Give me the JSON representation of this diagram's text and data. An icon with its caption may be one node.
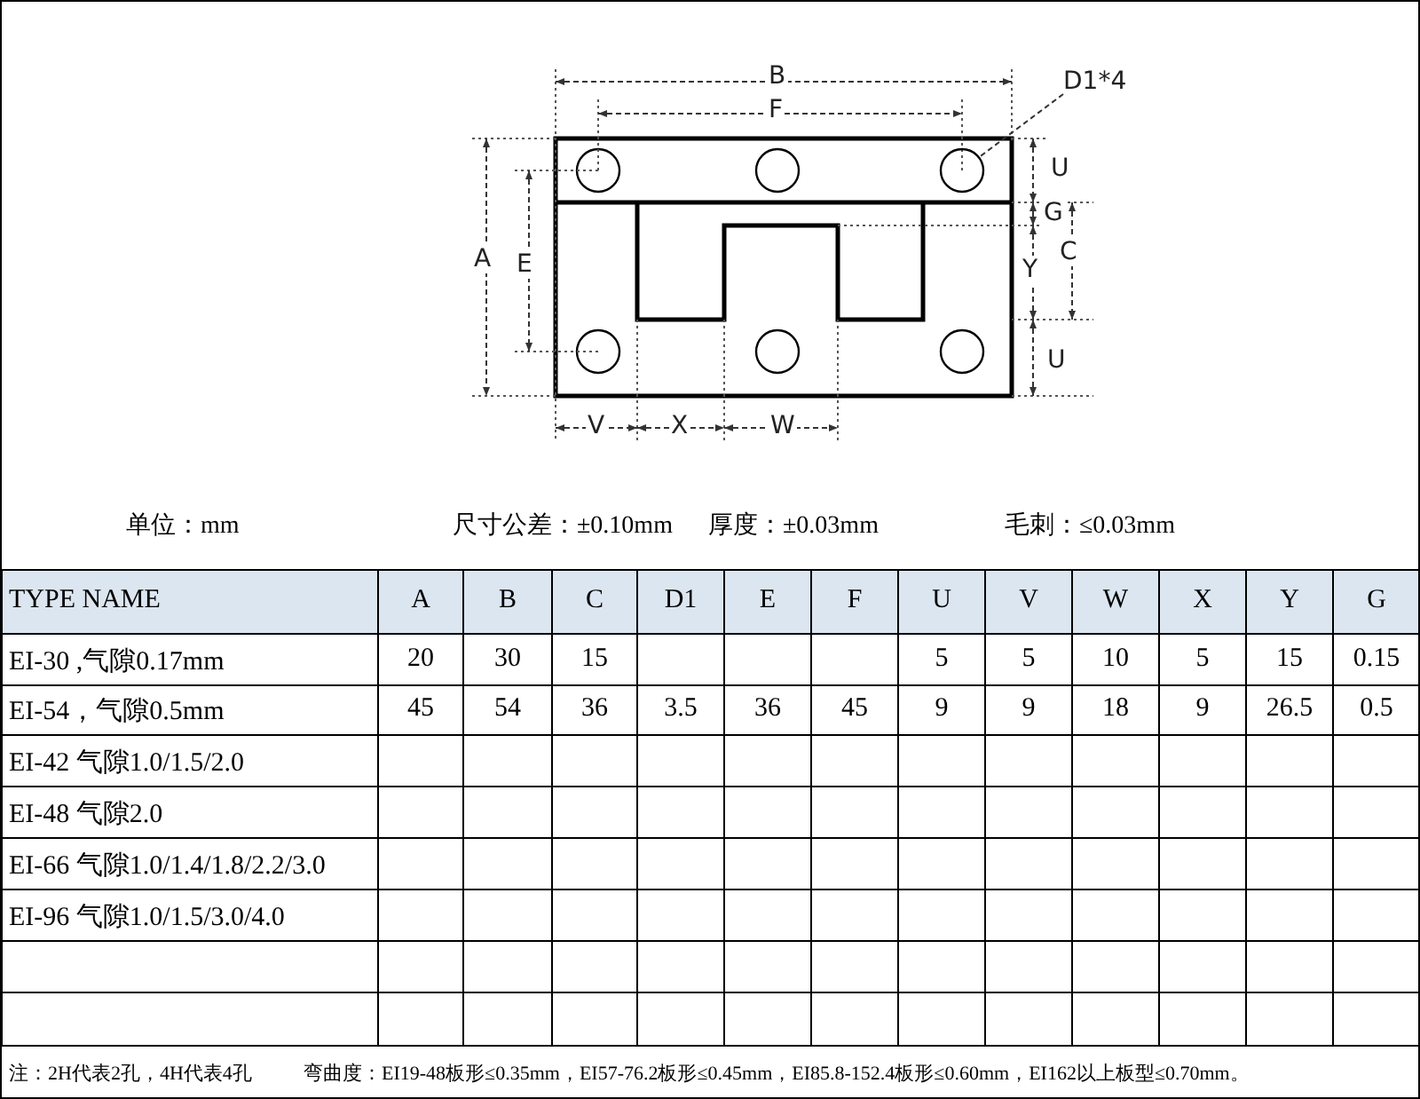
{
  "diagram": {
    "nodes": [
      {
        "text": [
          "D1*4"
        ]
      },
      {
        "text": [],
        "shape": "circle"
      }
    ],
    "edges": [
      {
        "from": 0,
        "to": 1,
        "arrow": "none",
        "style": "dashed"
      }
    ],
    "labels": [
      "B",
      "F",
      "A",
      "E",
      "U",
      "G",
      "C",
      "Y",
      "U",
      "V",
      "X",
      "W",
      "单位：mm",
      "尺寸公差：±0.10mm",
      "厚度：±0.03mm",
      "毛刺：≤0.03mm",
      "TYPE   NAME",
      "A",
      "B",
      "C",
      "D1",
      "E",
      "F",
      "U",
      "V",
      "W",
      "X",
      "Y",
      "G",
      "EI-30 ,气隙0.17mm",
      "20",
      "30",
      "15",
      "5",
      "5",
      "10",
      "5",
      "15",
      "0.15",
      "EI-54，气隙0.5mm",
      "45",
      "54",
      "36",
      "3.5",
      "36",
      "45",
      "9",
      "9",
      "18",
      "9",
      "26.5",
      "0.5",
      "EI-42  气隙1.0/1.5/2.0",
      "EI-48  气隙2.0",
      "EI-66   气隙1.0/1.4/1.8/2.2/3.0",
      "EI-96  气隙1.0/1.5/3.0/4.0",
      "注：2H代表2孔，4H代表4孔",
      "弯曲度：EI19-48板形≤0.35mm，EI57-76.2板形≤0.45mm，EI85.8-152.4板形≤0.60mm，EI162以上板型≤0.70mm。"
    ]
  }
}
